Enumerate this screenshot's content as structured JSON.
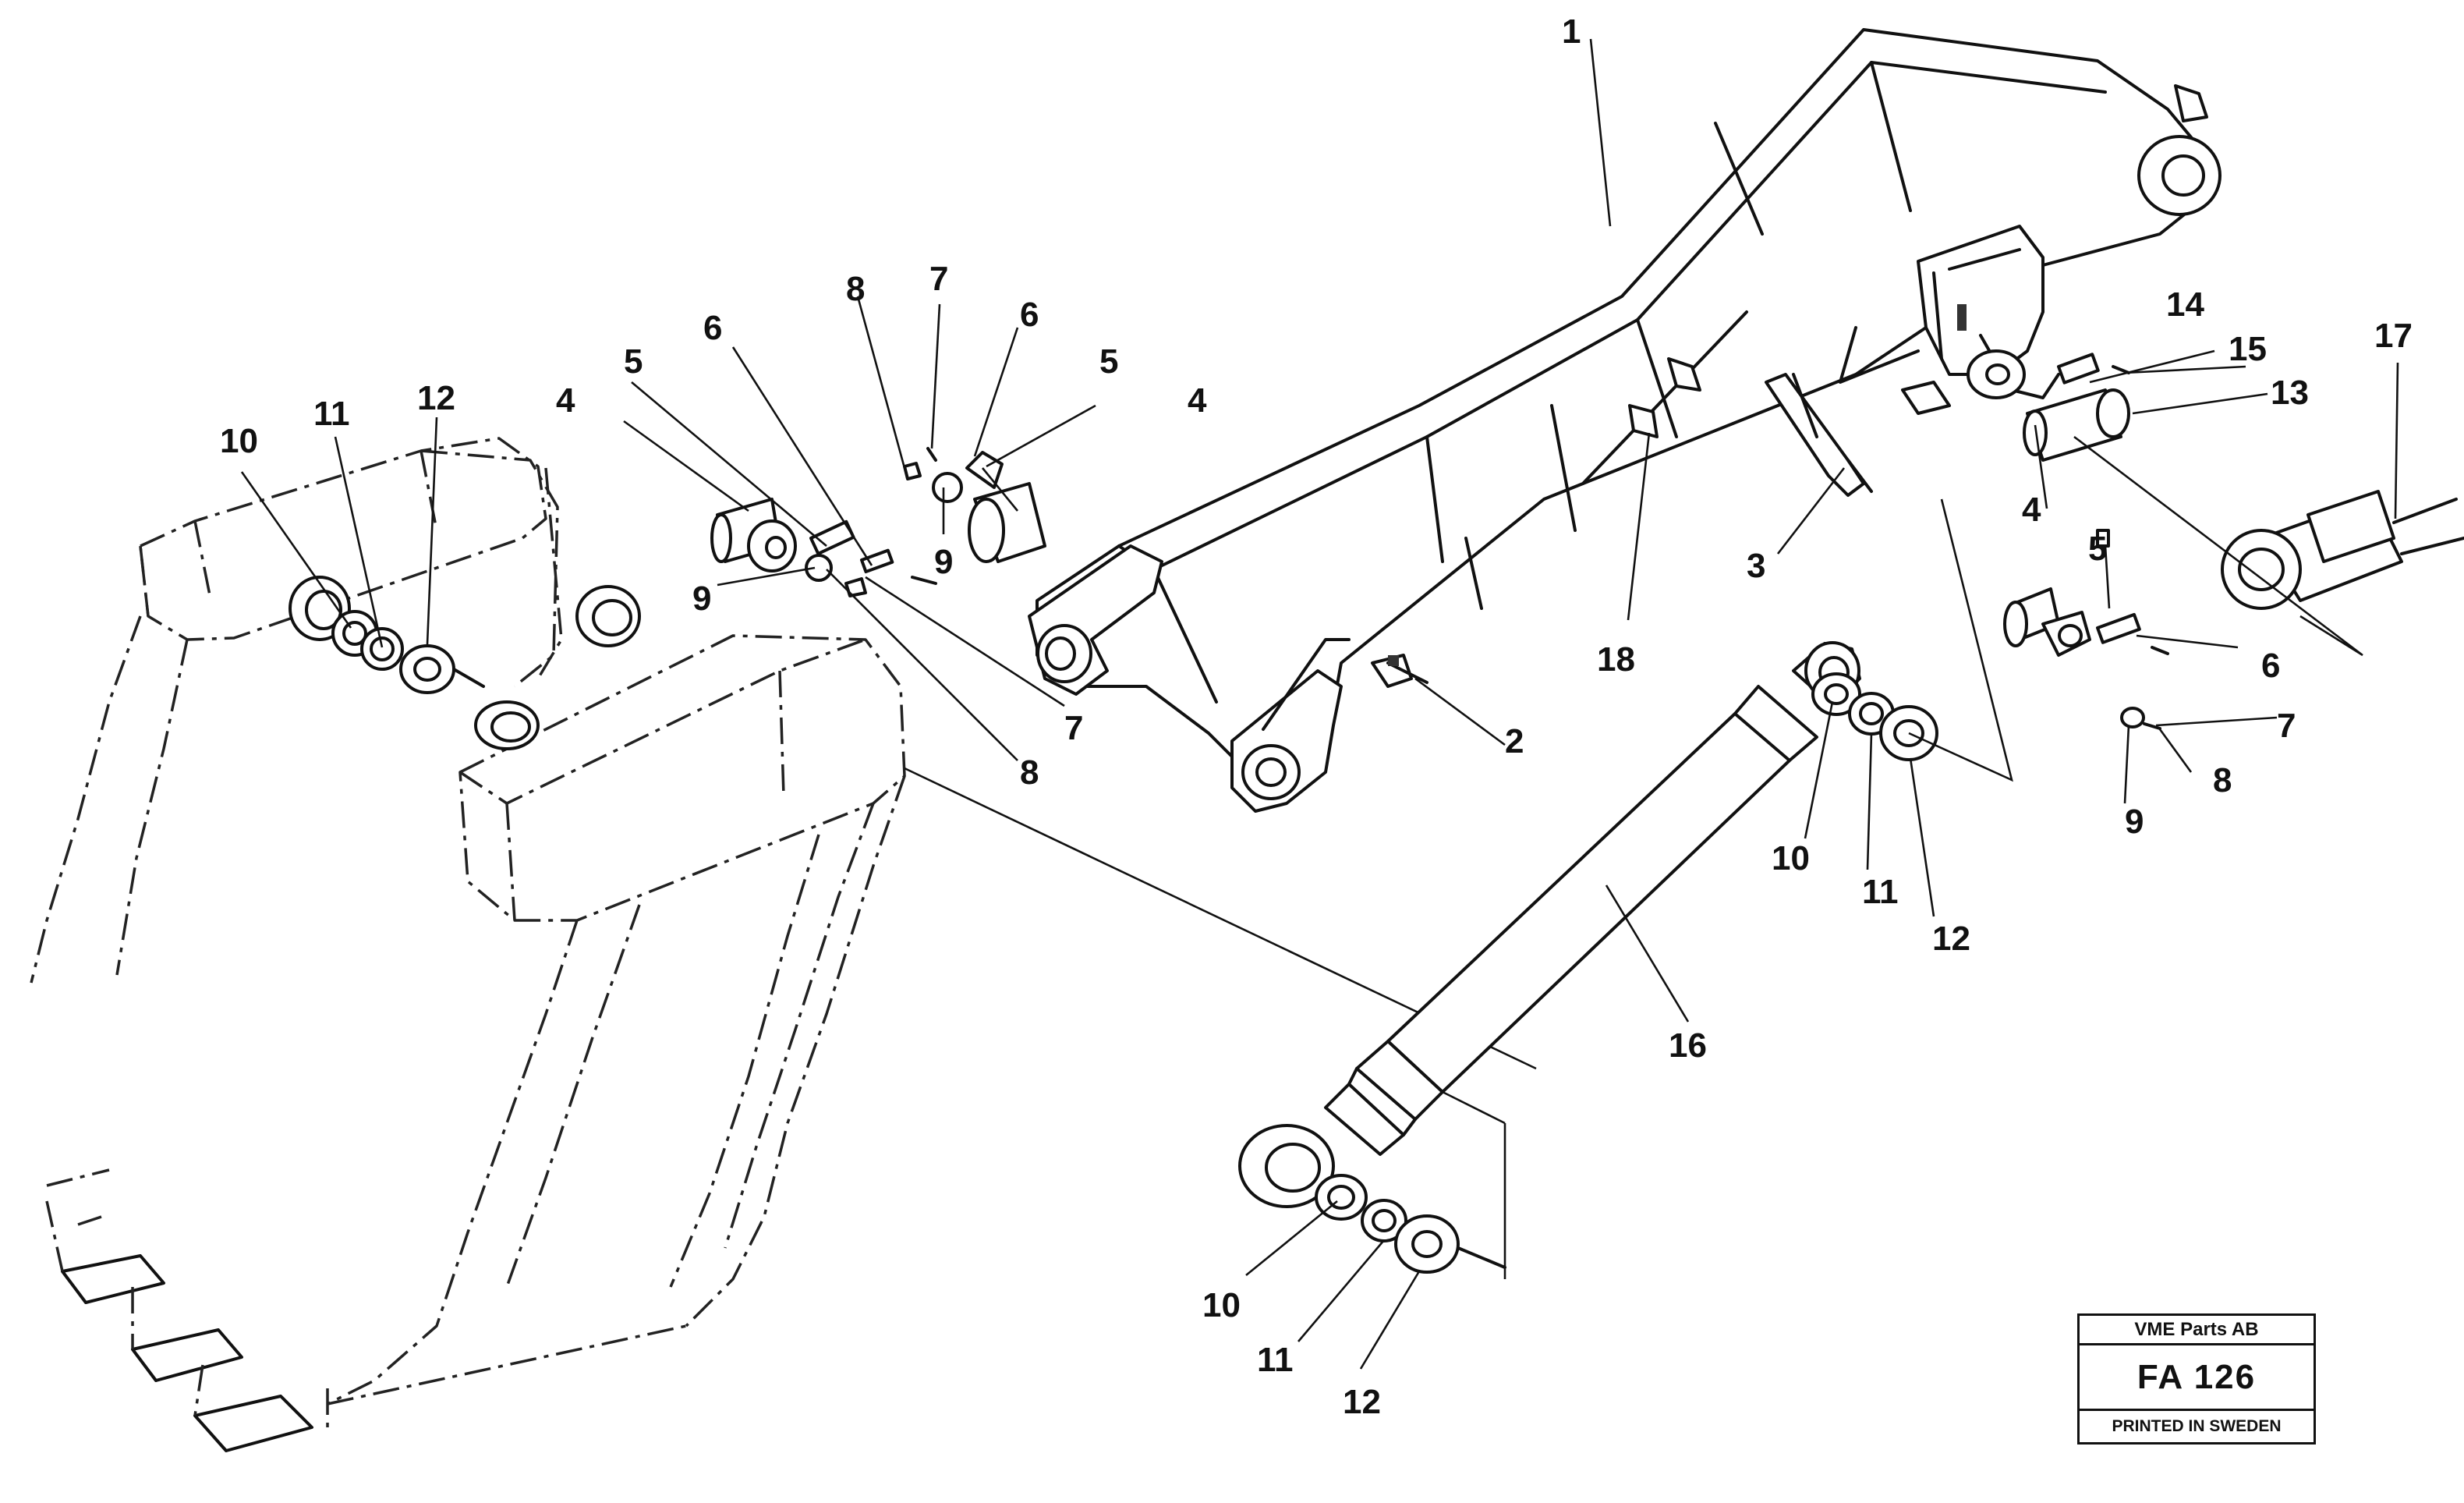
{
  "diagram": {
    "callouts": [
      {
        "id": "c1",
        "text": "1"
      },
      {
        "id": "c2",
        "text": "2"
      },
      {
        "id": "c3",
        "text": "3"
      },
      {
        "id": "c4a",
        "text": "4"
      },
      {
        "id": "c4b",
        "text": "4"
      },
      {
        "id": "c4c",
        "text": "4"
      },
      {
        "id": "c5a",
        "text": "5"
      },
      {
        "id": "c5b",
        "text": "5"
      },
      {
        "id": "c5c",
        "text": "5"
      },
      {
        "id": "c6a",
        "text": "6"
      },
      {
        "id": "c6b",
        "text": "6"
      },
      {
        "id": "c6c",
        "text": "6"
      },
      {
        "id": "c7a",
        "text": "7"
      },
      {
        "id": "c7b",
        "text": "7"
      },
      {
        "id": "c7c",
        "text": "7"
      },
      {
        "id": "c8a",
        "text": "8"
      },
      {
        "id": "c8b",
        "text": "8"
      },
      {
        "id": "c8c",
        "text": "8"
      },
      {
        "id": "c9a",
        "text": "9"
      },
      {
        "id": "c9b",
        "text": "9"
      },
      {
        "id": "c9c",
        "text": "9"
      },
      {
        "id": "c10a",
        "text": "10"
      },
      {
        "id": "c10b",
        "text": "10"
      },
      {
        "id": "c10c",
        "text": "10"
      },
      {
        "id": "c11a",
        "text": "11"
      },
      {
        "id": "c11b",
        "text": "11"
      },
      {
        "id": "c11c",
        "text": "11"
      },
      {
        "id": "c12a",
        "text": "12"
      },
      {
        "id": "c12b",
        "text": "12"
      },
      {
        "id": "c12c",
        "text": "12"
      },
      {
        "id": "c13",
        "text": "13"
      },
      {
        "id": "c14",
        "text": "14"
      },
      {
        "id": "c15",
        "text": "15"
      },
      {
        "id": "c16",
        "text": "16"
      },
      {
        "id": "c17",
        "text": "17"
      },
      {
        "id": "c18",
        "text": "18"
      }
    ]
  },
  "title_block": {
    "company": "VME Parts AB",
    "code": "FA 126",
    "note": "PRINTED IN SWEDEN"
  }
}
